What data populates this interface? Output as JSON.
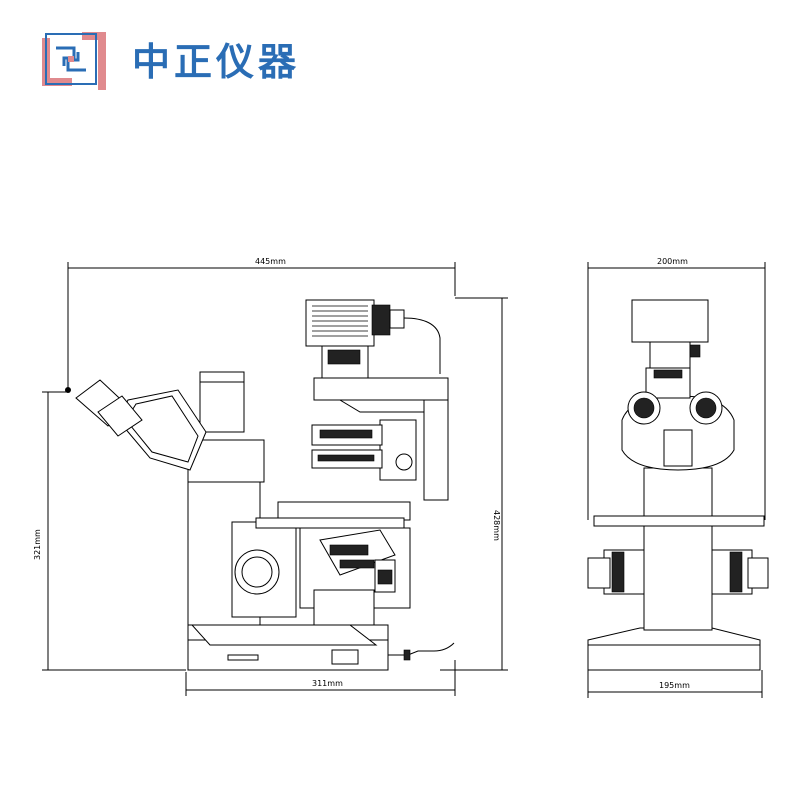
{
  "brand": {
    "name": "中正仪器",
    "color": "#2a6db5",
    "logo_colors": {
      "primary": "#2a6db5",
      "accent": "#e08a8e"
    }
  },
  "dimensions": {
    "side_width": "445mm",
    "side_height": "428mm",
    "side_left_height": "321mm",
    "side_base_width": "311mm",
    "front_width": "200mm",
    "front_base_width": "195mm"
  },
  "views": {
    "side": "side-view-inverted-microscope",
    "front": "front-view-inverted-microscope"
  }
}
